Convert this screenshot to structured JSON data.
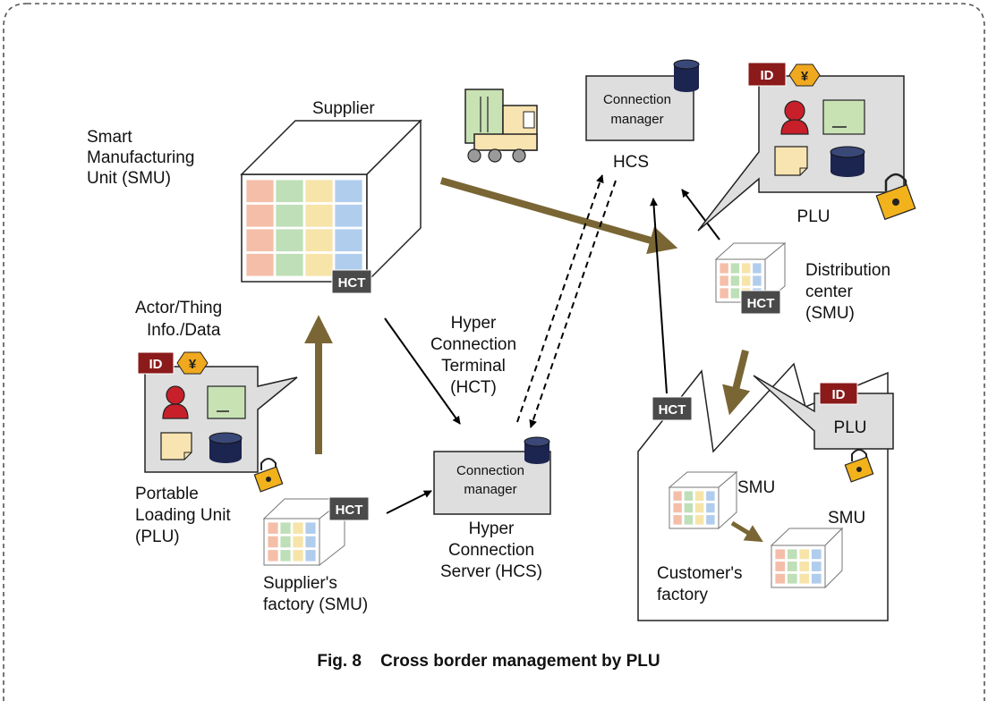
{
  "caption": "Fig. 8    Cross border management by PLU",
  "supplier": {
    "title": "Supplier",
    "smu_label": [
      "Smart",
      "Manufacturing",
      "Unit (SMU)"
    ],
    "hct_badge": "HCT"
  },
  "actor_info": [
    "Actor/Thing",
    "Info./Data"
  ],
  "plu_left": {
    "id_badge": "ID",
    "yen_badge": "¥",
    "label": [
      "Portable",
      "Loading Unit",
      "(PLU)"
    ]
  },
  "suppliers_factory": {
    "hct_badge": "HCT",
    "label": [
      "Supplier's",
      "factory (SMU)"
    ]
  },
  "hct_label": [
    "Hyper",
    "Connection",
    "Terminal",
    "(HCT)"
  ],
  "hcs_bottom": {
    "manager": [
      "Connection",
      "manager"
    ],
    "label": [
      "Hyper",
      "Connection",
      "Server (HCS)"
    ]
  },
  "hcs_top": {
    "manager": [
      "Connection",
      "manager"
    ],
    "label": "HCS"
  },
  "plu_right": {
    "id_badge": "ID",
    "yen_badge": "¥",
    "label": "PLU"
  },
  "distribution": {
    "hct_badge": "HCT",
    "label": [
      "Distribution",
      "center",
      "(SMU)"
    ]
  },
  "customer": {
    "hct_badge": "HCT",
    "plu_id": "ID",
    "plu_label": "PLU",
    "smu1": "SMU",
    "smu2": "SMU",
    "label": [
      "Customer's",
      "factory"
    ]
  },
  "colors": {
    "flow_arrow": "#7a6634",
    "id_badge": "#8b1a1a",
    "yen_badge": "#f0a81e",
    "hct_badge": "#4a4a4a",
    "panel": "#dedede",
    "database": "#1c2550",
    "person": "#c8202a",
    "screen": "#c8e2b4",
    "note": "#f8e4b0",
    "lock": "#f2b21c",
    "smu_colors": [
      "#f5b8a0",
      "#b8dcb0",
      "#f6e2a0",
      "#a8c8ec"
    ]
  }
}
